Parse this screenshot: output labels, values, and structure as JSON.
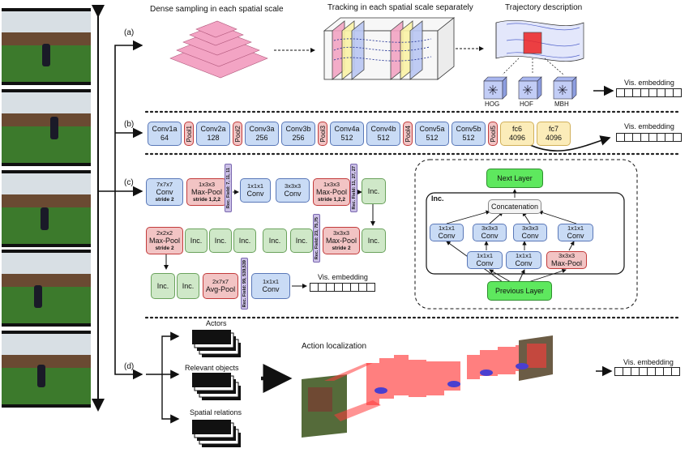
{
  "branches": {
    "a": "(a)",
    "b": "(b)",
    "c": "(c)",
    "d": "(d)"
  },
  "row_a": {
    "dense_sampling": "Dense sampling in each spatial scale",
    "tracking": "Tracking in each spatial scale separately",
    "trajectory": "Trajectory description",
    "descriptors": [
      "HOG",
      "HOF",
      "MBH"
    ],
    "embedding": "Vis. embedding"
  },
  "row_b": {
    "layers": [
      {
        "name": "Conv1a",
        "value": "64",
        "kind": "conv"
      },
      {
        "name": "Pool1",
        "value": "",
        "kind": "pool"
      },
      {
        "name": "Conv2a",
        "value": "128",
        "kind": "conv"
      },
      {
        "name": "Pool2",
        "value": "",
        "kind": "pool"
      },
      {
        "name": "Conv3a",
        "value": "256",
        "kind": "conv"
      },
      {
        "name": "Conv3b",
        "value": "256",
        "kind": "conv"
      },
      {
        "name": "Pool3",
        "value": "",
        "kind": "pool"
      },
      {
        "name": "Conv4a",
        "value": "512",
        "kind": "conv"
      },
      {
        "name": "Conv4b",
        "value": "512",
        "kind": "conv"
      },
      {
        "name": "Pool4",
        "value": "",
        "kind": "pool"
      },
      {
        "name": "Conv5a",
        "value": "512",
        "kind": "conv"
      },
      {
        "name": "Conv5b",
        "value": "512",
        "kind": "conv"
      },
      {
        "name": "Pool5",
        "value": "",
        "kind": "pool"
      },
      {
        "name": "fc6",
        "value": "4096",
        "kind": "fc"
      },
      {
        "name": "fc7",
        "value": "4096",
        "kind": "fc"
      }
    ],
    "embedding": "Vis. embedding"
  },
  "row_c": {
    "line1": {
      "conv7": {
        "kernel": "7x7x7",
        "name": "Conv",
        "stride": "stride 2"
      },
      "pool1": {
        "kernel": "1x3x3",
        "name": "Max-Pool",
        "stride": "stride 1,2,2"
      },
      "rf1": "Rec. Field: 7, 11, 11",
      "conv1": {
        "kernel": "1x1x1",
        "name": "Conv"
      },
      "conv3": {
        "kernel": "3x3x3",
        "name": "Conv"
      },
      "pool2": {
        "kernel": "1x3x3",
        "name": "Max-Pool",
        "stride": "stride 1,2,2"
      },
      "rf2": "Rec. Field: 11, 27, 27",
      "inc": "Inc."
    },
    "line2": {
      "pool": {
        "kernel": "2x2x2",
        "name": "Max-Pool",
        "stride": "stride 2"
      },
      "incs": [
        "Inc.",
        "Inc.",
        "Inc.",
        "Inc.",
        "Inc."
      ],
      "rf": "Rec. Field: 23, 75,75",
      "pool2": {
        "kernel": "3x3x3",
        "name": "Max-Pool",
        "stride": "stride 2"
      },
      "inc_end": "Inc."
    },
    "line3": {
      "incs": [
        "Inc.",
        "Inc."
      ],
      "avg": {
        "kernel": "2x7x7",
        "name": "Avg-Pool"
      },
      "rf": "Rec. Field: 99, 539,539",
      "conv": {
        "kernel": "1x1x1",
        "name": "Conv"
      },
      "embedding": "Vis. embedding"
    },
    "inception": {
      "next": "Next Layer",
      "title": "Inc.",
      "concat": "Concatenation",
      "previous": "Previous Layer",
      "top": [
        {
          "kernel": "1x1x1",
          "name": "Conv"
        },
        {
          "kernel": "3x3x3",
          "name": "Conv"
        },
        {
          "kernel": "3x3x3",
          "name": "Conv"
        },
        {
          "kernel": "1x1x1",
          "name": "Conv"
        }
      ],
      "bottom": [
        {
          "kernel": "1x1x1",
          "name": "Conv"
        },
        {
          "kernel": "1x1x1",
          "name": "Conv"
        },
        {
          "kernel": "3x3x3",
          "name": "Max-Pool"
        }
      ]
    }
  },
  "row_d": {
    "actors": "Actors",
    "relevant": "Relevant objects",
    "spatial": "Spatial relations",
    "localization": "Action localization",
    "embedding": "Vis. embedding"
  },
  "colors": {
    "conv": "#c9dbf5",
    "pool": "#f2c4c4",
    "fc": "#fbecb9",
    "inception": "#cfe8c8",
    "localization_tube": "#ff3b3b"
  }
}
